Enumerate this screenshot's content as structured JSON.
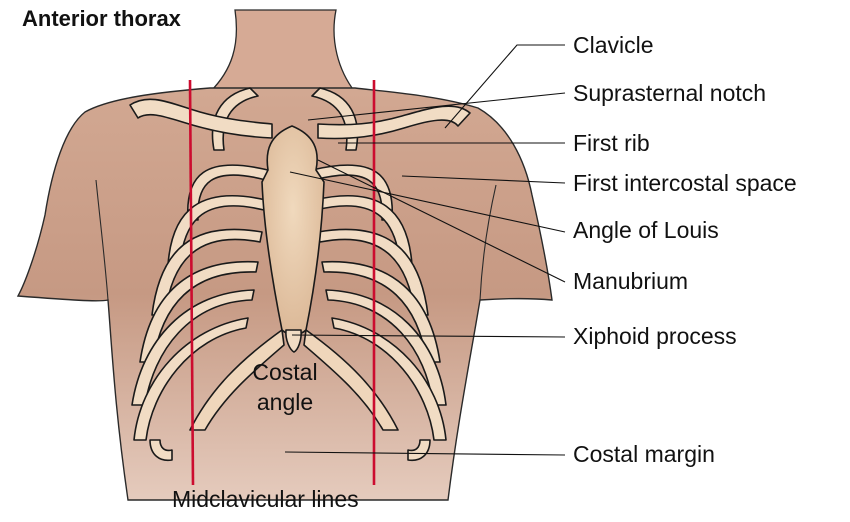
{
  "title": "Anterior thorax",
  "labels": {
    "clavicle": "Clavicle",
    "suprasternal_notch": "Suprasternal notch",
    "first_rib": "First rib",
    "first_intercostal_space": "First intercostal space",
    "angle_of_louis": "Angle of Louis",
    "manubrium": "Manubrium",
    "xiphoid_process": "Xiphoid process",
    "costal_margin": "Costal margin"
  },
  "inner_labels": {
    "costal_line1": "Costal",
    "costal_line2": "angle"
  },
  "bottom_label": "Midclavicular lines",
  "colors": {
    "skin": "#c99b84",
    "bone": "#f1dcc4",
    "bone_outline": "#1a1a1a",
    "midclavicular_line": "#cc0c2f"
  }
}
